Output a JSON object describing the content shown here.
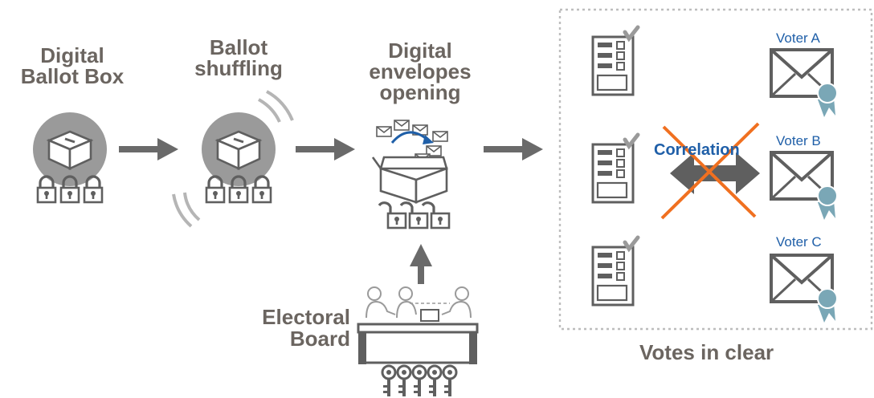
{
  "stages": [
    {
      "line1": "Digital",
      "line2": "Ballot Box",
      "line3": ""
    },
    {
      "line1": "Ballot",
      "line2": "shuffling",
      "line3": ""
    },
    {
      "line1": "Digital",
      "line2": "envelopes",
      "line3": "opening"
    }
  ],
  "board": {
    "line1": "Electoral",
    "line2": "Board"
  },
  "voters": [
    "Voter A",
    "Voter B",
    "Voter C"
  ],
  "correlation_label": "Correlation",
  "results_label": "Votes in clear",
  "colors": {
    "text_gray": "#6b6560",
    "icon_gray": "#5f5f5f",
    "disk_gray": "#9a9a9a",
    "voter_blue": "#1f5fa8",
    "cross_orange": "#f07020",
    "ribbon_teal": "#7aa7b6",
    "frame_gray": "#bdbdbd"
  },
  "icons": [
    "ballot-box-icon",
    "padlock-icon",
    "shuffle-motion-icon",
    "open-box-icon",
    "envelope-icon",
    "arrow-right-icon",
    "arrow-up-icon",
    "electoral-board-icon",
    "key-icon",
    "ballot-paper-icon",
    "sealed-envelope-icon",
    "double-arrow-icon",
    "cross-icon"
  ]
}
